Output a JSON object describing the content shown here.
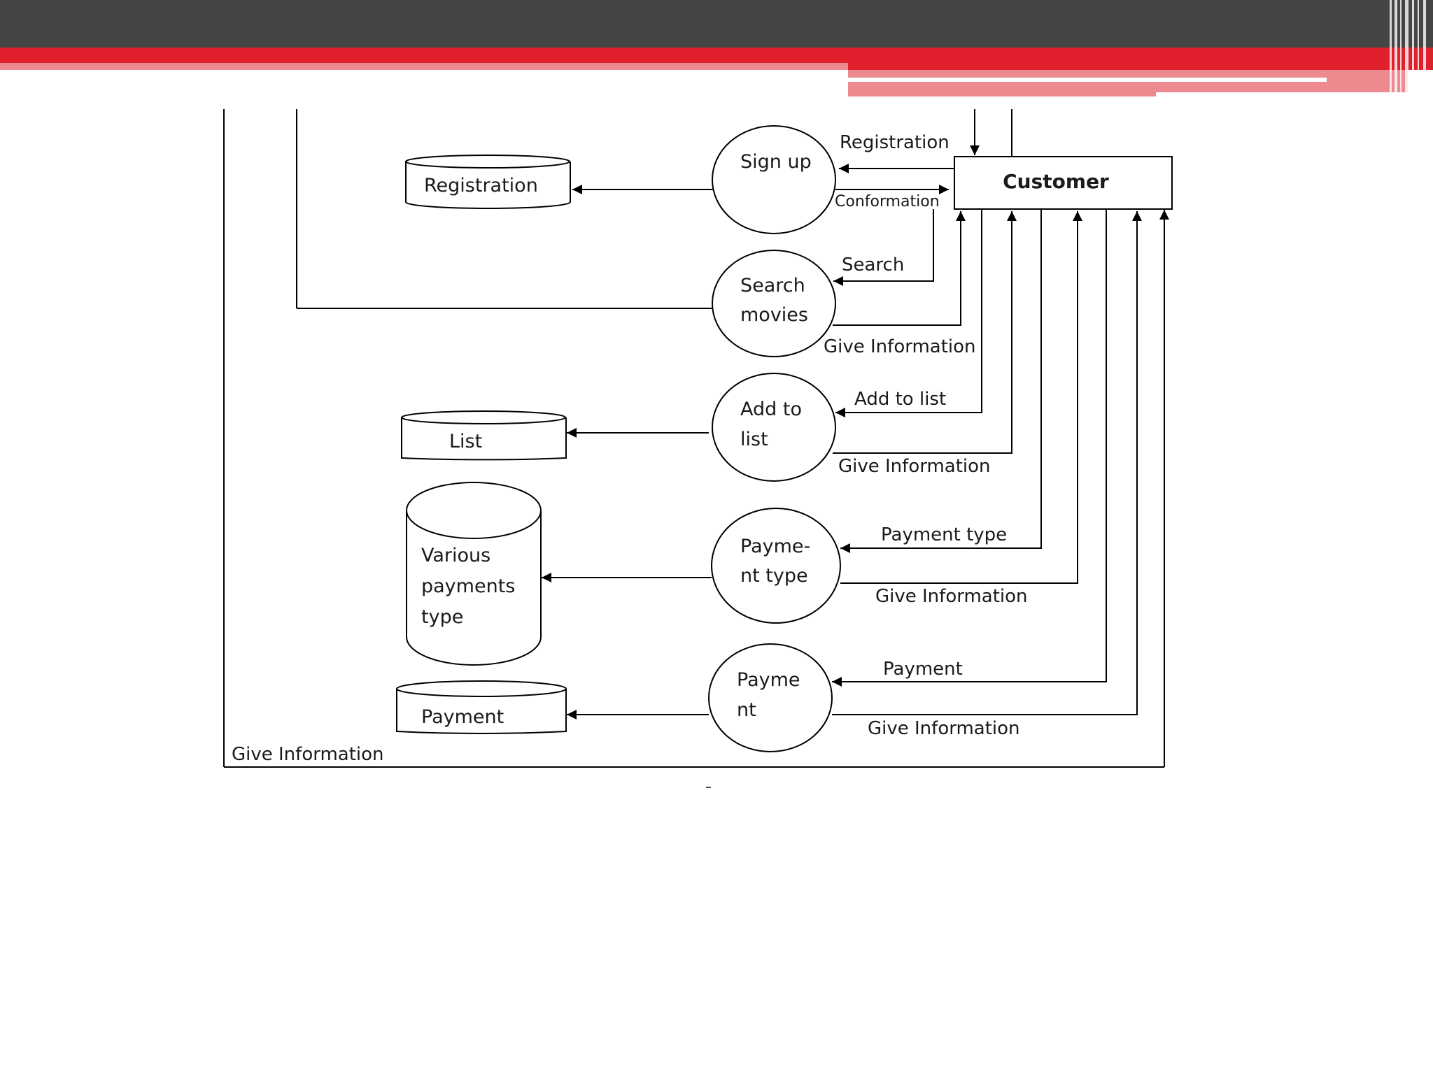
{
  "slide": {
    "header_colors": {
      "dark": "#454545",
      "red": "#e0202c",
      "pink": "#ec8a90"
    }
  },
  "diagram": {
    "entity": {
      "label": "Customer"
    },
    "processes": {
      "signup": [
        "Sign up"
      ],
      "search": [
        "Search",
        "movies"
      ],
      "addlist": [
        "Add to",
        "list"
      ],
      "paytype": [
        "Payme-",
        "nt type"
      ],
      "payment": [
        "Payme",
        "nt"
      ]
    },
    "stores": {
      "registration": [
        "Registration"
      ],
      "list": [
        "List"
      ],
      "various": [
        "Various",
        "payments",
        "type"
      ],
      "payment": [
        "Payment"
      ]
    },
    "flows": {
      "registration": "Registration",
      "conformation": "Conformation",
      "search": "Search",
      "give_info_search": "Give Information",
      "add_to_list": "Add to  list",
      "give_info_list": "Give Information",
      "payment_type": "Payment type",
      "give_info_paytype": "Give Information",
      "payment": "Payment",
      "give_info_payment": "Give Information",
      "give_info_outer": "Give Information"
    }
  }
}
